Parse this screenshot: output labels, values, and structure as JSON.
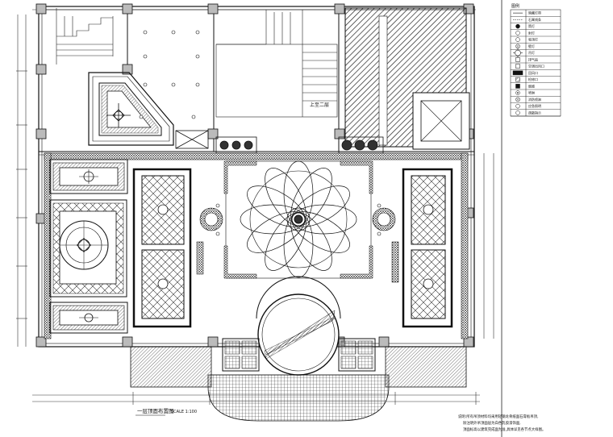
{
  "drawing": {
    "title": "一层顶面布置图",
    "scale": "SCALE 1:100",
    "stair_label": "上至二层",
    "notes": [
      "说明:所有吊顶材料均采用轻钢龙骨纸面石膏板吊顶,",
      "除注明外吊顶面层为白色乳胶漆饰面,",
      "顶面标高以建筑完成面为准,具体详见各节点大样图。"
    ]
  },
  "legend": {
    "heading": "图例",
    "items": [
      {
        "icon": "line-symbol",
        "label": "暗藏灯带"
      },
      {
        "icon": "dashed-line-symbol",
        "label": "石膏线条"
      },
      {
        "icon": "spotlight-symbol",
        "label": "筒灯"
      },
      {
        "icon": "downlight-symbol",
        "label": "射灯"
      },
      {
        "icon": "small-circle-symbol",
        "label": "吸顶灯"
      },
      {
        "icon": "wall-lamp-symbol",
        "label": "壁灯"
      },
      {
        "icon": "chandelier-symbol",
        "label": "吊灯"
      },
      {
        "icon": "square-symbol",
        "label": "排气扇"
      },
      {
        "icon": "square-symbol",
        "label": "空调出风口"
      },
      {
        "icon": "filled-bar-symbol",
        "label": "回风口"
      },
      {
        "icon": "hatched-symbol",
        "label": "检修口"
      },
      {
        "icon": "filled-square-symbol",
        "label": "烟感"
      },
      {
        "icon": "circle-dot-symbol",
        "label": "喷淋"
      },
      {
        "icon": "circle-cross-symbol",
        "label": "消防喷淋"
      },
      {
        "icon": "circle-symbol",
        "label": "应急照明"
      },
      {
        "icon": "circle-arrow-symbol",
        "label": "疏散指示"
      }
    ]
  }
}
